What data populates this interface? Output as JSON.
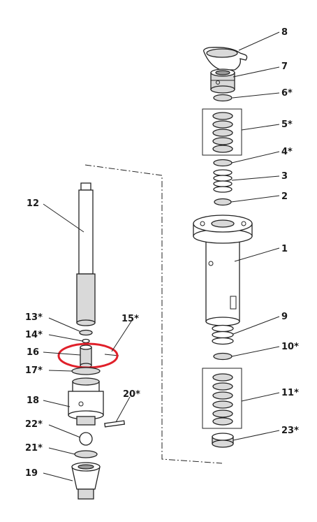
{
  "labels": {
    "p1": "1",
    "p2": "2",
    "p3": "3",
    "p4": "4*",
    "p5": "5*",
    "p6": "6*",
    "p7": "7",
    "p8": "8",
    "p9": "9",
    "p10": "10*",
    "p11": "11*",
    "p12": "12",
    "p13": "13*",
    "p14": "14*",
    "p15": "15*",
    "p16": "16",
    "p17": "17*",
    "p18": "18",
    "p19": "19",
    "p20": "20*",
    "p21": "21*",
    "p22": "22*",
    "p23": "23*"
  },
  "highlight_color": "#e0202a"
}
